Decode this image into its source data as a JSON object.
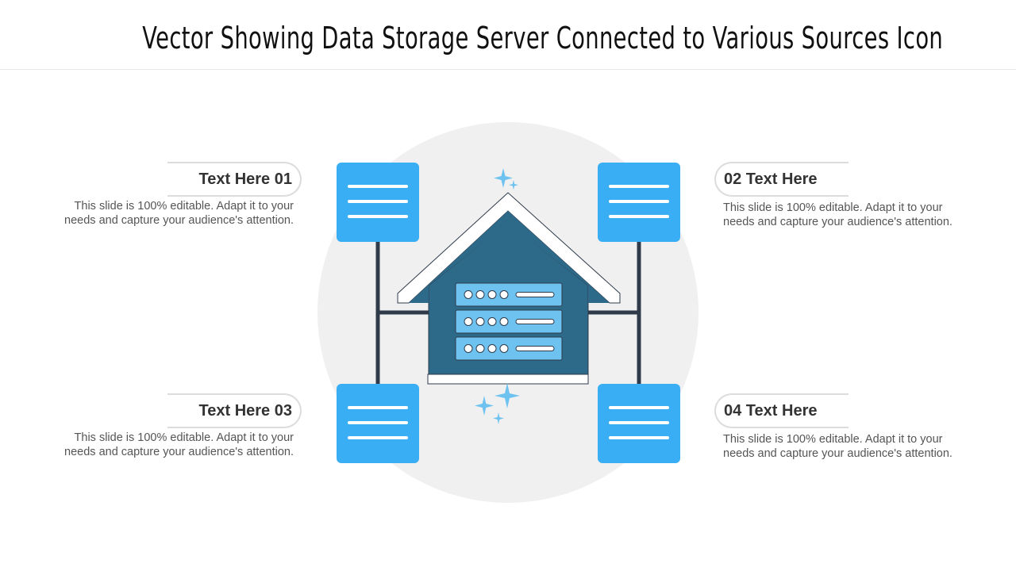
{
  "title": "Vector Showing Data Storage Server Connected to Various Sources Icon",
  "items": [
    {
      "label": "Text Here  01",
      "text": "This slide is 100% editable. Adapt it to your needs and capture your audience's attention."
    },
    {
      "label": "02  Text Here",
      "text": "This slide is 100% editable. Adapt it to your needs and capture your audience's attention."
    },
    {
      "label": "Text Here  03",
      "text": "This slide is 100% editable. Adapt it to your needs and capture your audience's attention."
    },
    {
      "label": "04  Text Here",
      "text": "This slide is 100% editable. Adapt it to your needs and capture your audience's attention."
    }
  ],
  "colors": {
    "accent_blue": "#3aaef5",
    "house_dark": "#2d6a8a",
    "server_light": "#6ec2f0",
    "background_circle": "#f0f0f0",
    "connector": "#2f3b4a"
  },
  "icons": [
    "document-icon",
    "house-icon",
    "server-rack-icon",
    "sparkle-icon"
  ]
}
